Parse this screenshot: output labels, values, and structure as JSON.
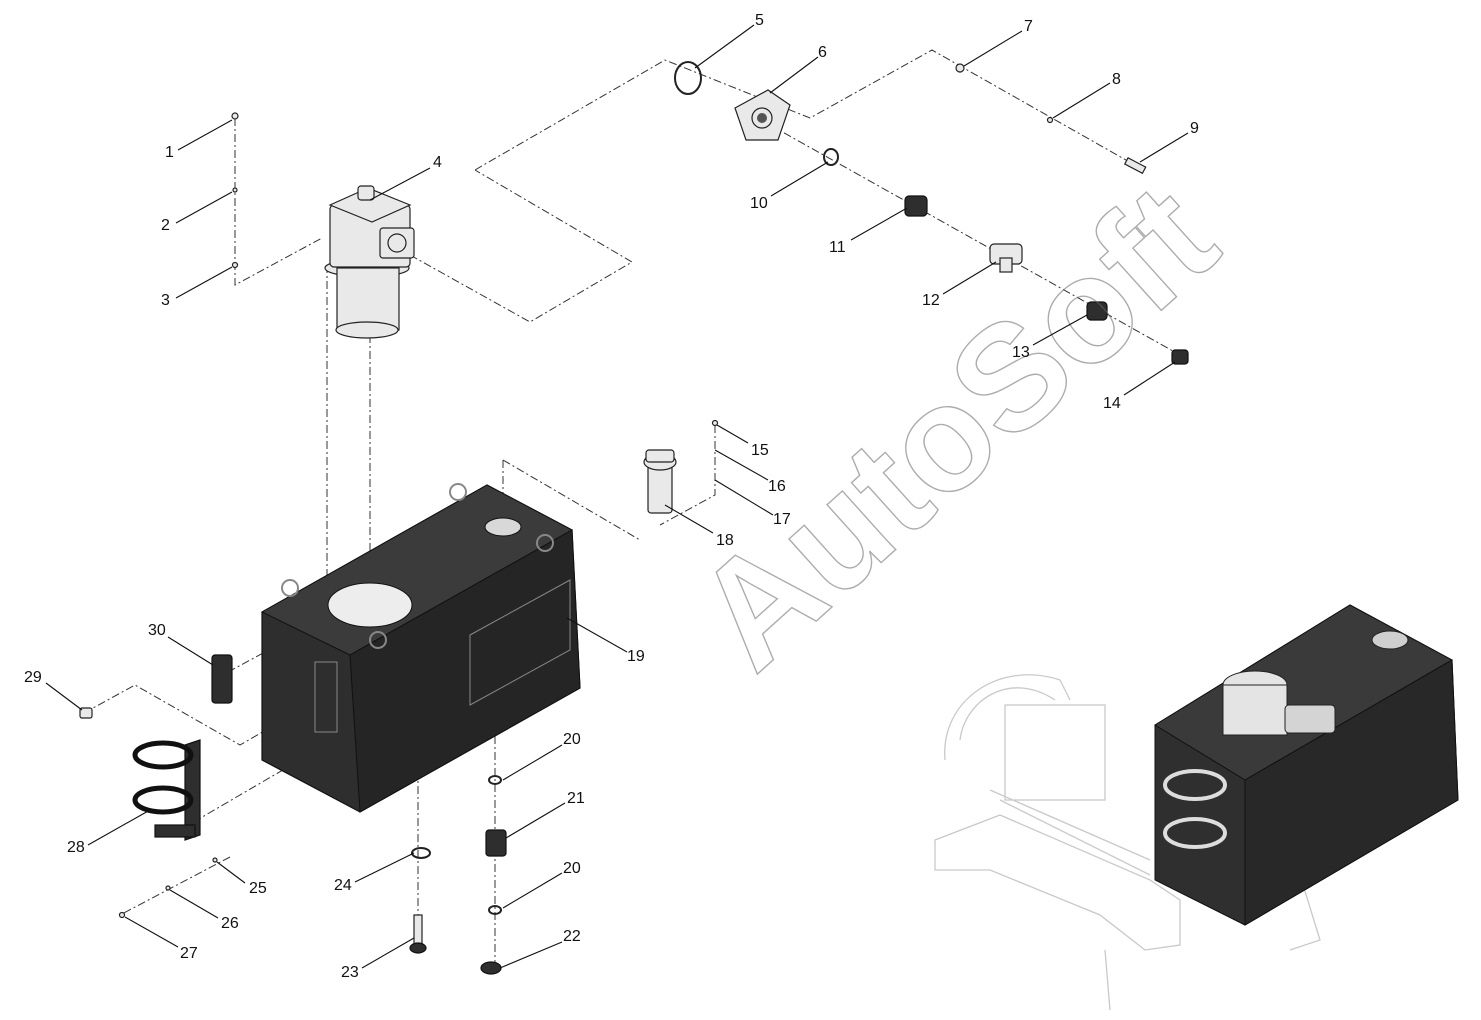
{
  "watermark": "AutoSoft",
  "callouts": [
    {
      "id": "callout-1",
      "text": "1"
    },
    {
      "id": "callout-2",
      "text": "2"
    },
    {
      "id": "callout-3",
      "text": "3"
    },
    {
      "id": "callout-4",
      "text": "4"
    },
    {
      "id": "callout-5",
      "text": "5"
    },
    {
      "id": "callout-6",
      "text": "6"
    },
    {
      "id": "callout-7",
      "text": "7"
    },
    {
      "id": "callout-8",
      "text": "8"
    },
    {
      "id": "callout-9",
      "text": "9"
    },
    {
      "id": "callout-10",
      "text": "10"
    },
    {
      "id": "callout-11",
      "text": "11"
    },
    {
      "id": "callout-12",
      "text": "12"
    },
    {
      "id": "callout-13",
      "text": "13"
    },
    {
      "id": "callout-14",
      "text": "14"
    },
    {
      "id": "callout-15",
      "text": "15"
    },
    {
      "id": "callout-16",
      "text": "16"
    },
    {
      "id": "callout-17",
      "text": "17"
    },
    {
      "id": "callout-18",
      "text": "18"
    },
    {
      "id": "callout-19",
      "text": "19"
    },
    {
      "id": "callout-20a",
      "text": "20"
    },
    {
      "id": "callout-21",
      "text": "21"
    },
    {
      "id": "callout-20b",
      "text": "20"
    },
    {
      "id": "callout-22",
      "text": "22"
    },
    {
      "id": "callout-23",
      "text": "23"
    },
    {
      "id": "callout-24",
      "text": "24"
    },
    {
      "id": "callout-25",
      "text": "25"
    },
    {
      "id": "callout-26",
      "text": "26"
    },
    {
      "id": "callout-27",
      "text": "27"
    },
    {
      "id": "callout-28",
      "text": "28"
    },
    {
      "id": "callout-29",
      "text": "29"
    },
    {
      "id": "callout-30",
      "text": "30"
    }
  ]
}
